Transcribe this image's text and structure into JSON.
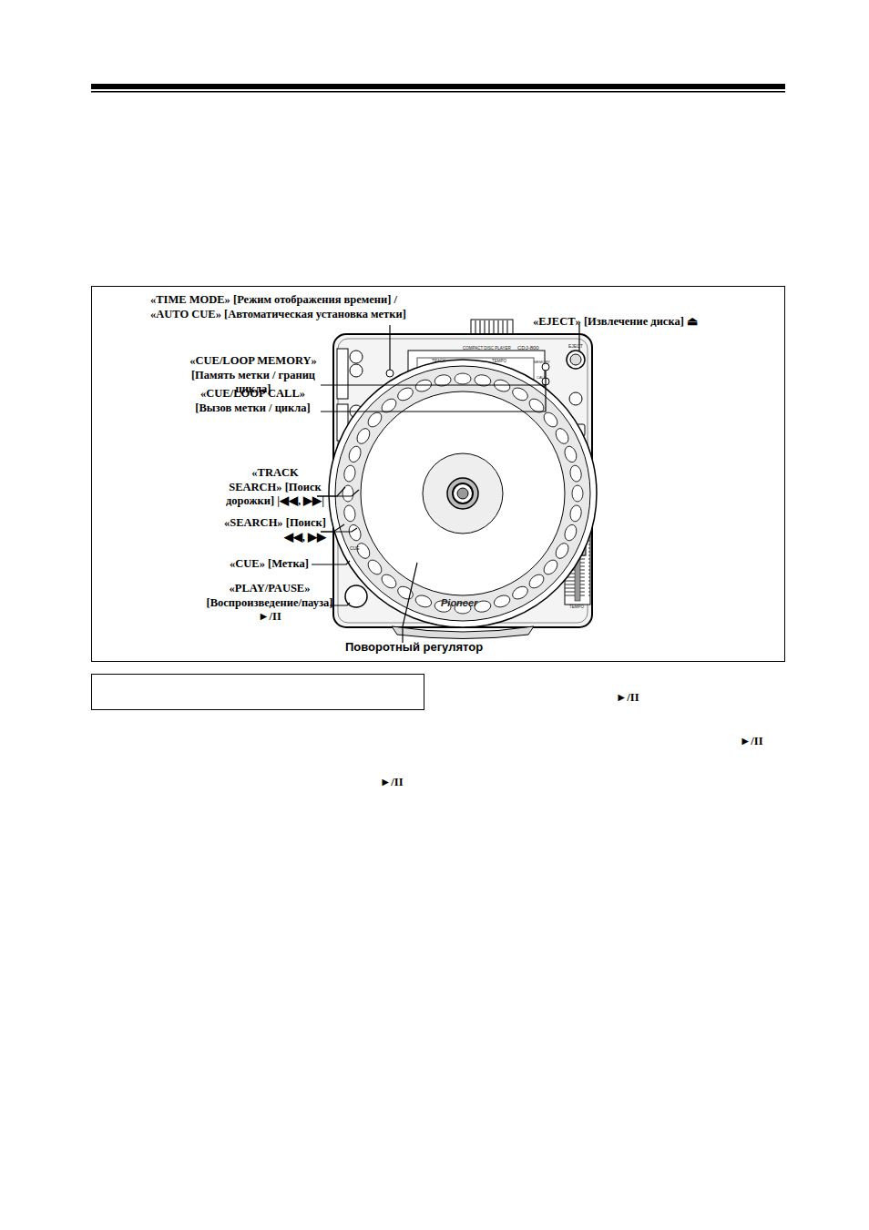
{
  "diagram": {
    "labels": [
      "«TIME MODE» [Режим отображения времени] / «AUTO CUE» [Автоматическая установка метки]",
      "«EJECT» [Извлечение диска] ⏏",
      "«CUE/LOOP MEMORY» [Память метки / границ цикла]",
      "«CUE/LOOP CALL» [Вызов метки / цикла]",
      "«TRACK SEARCH» [Поиск дорожки] |◀◀, ▶▶|",
      "«SEARCH» [Поиск] ◀◀, ▶▶",
      "«CUE» [Метка]",
      "«PLAY/PAUSE» [Воспроизведение/пауза] ►/II",
      "Поворотный регулятор",
      "►/II",
      "►/II",
      "►/II",
      "COMPACT DISC PLAYER",
      "CDJ-800",
      "TRACK",
      "TEMPO",
      "EJECT",
      "MEMORY",
      "CALL",
      "CUE",
      "TEMPO",
      "Pioneer"
    ]
  }
}
